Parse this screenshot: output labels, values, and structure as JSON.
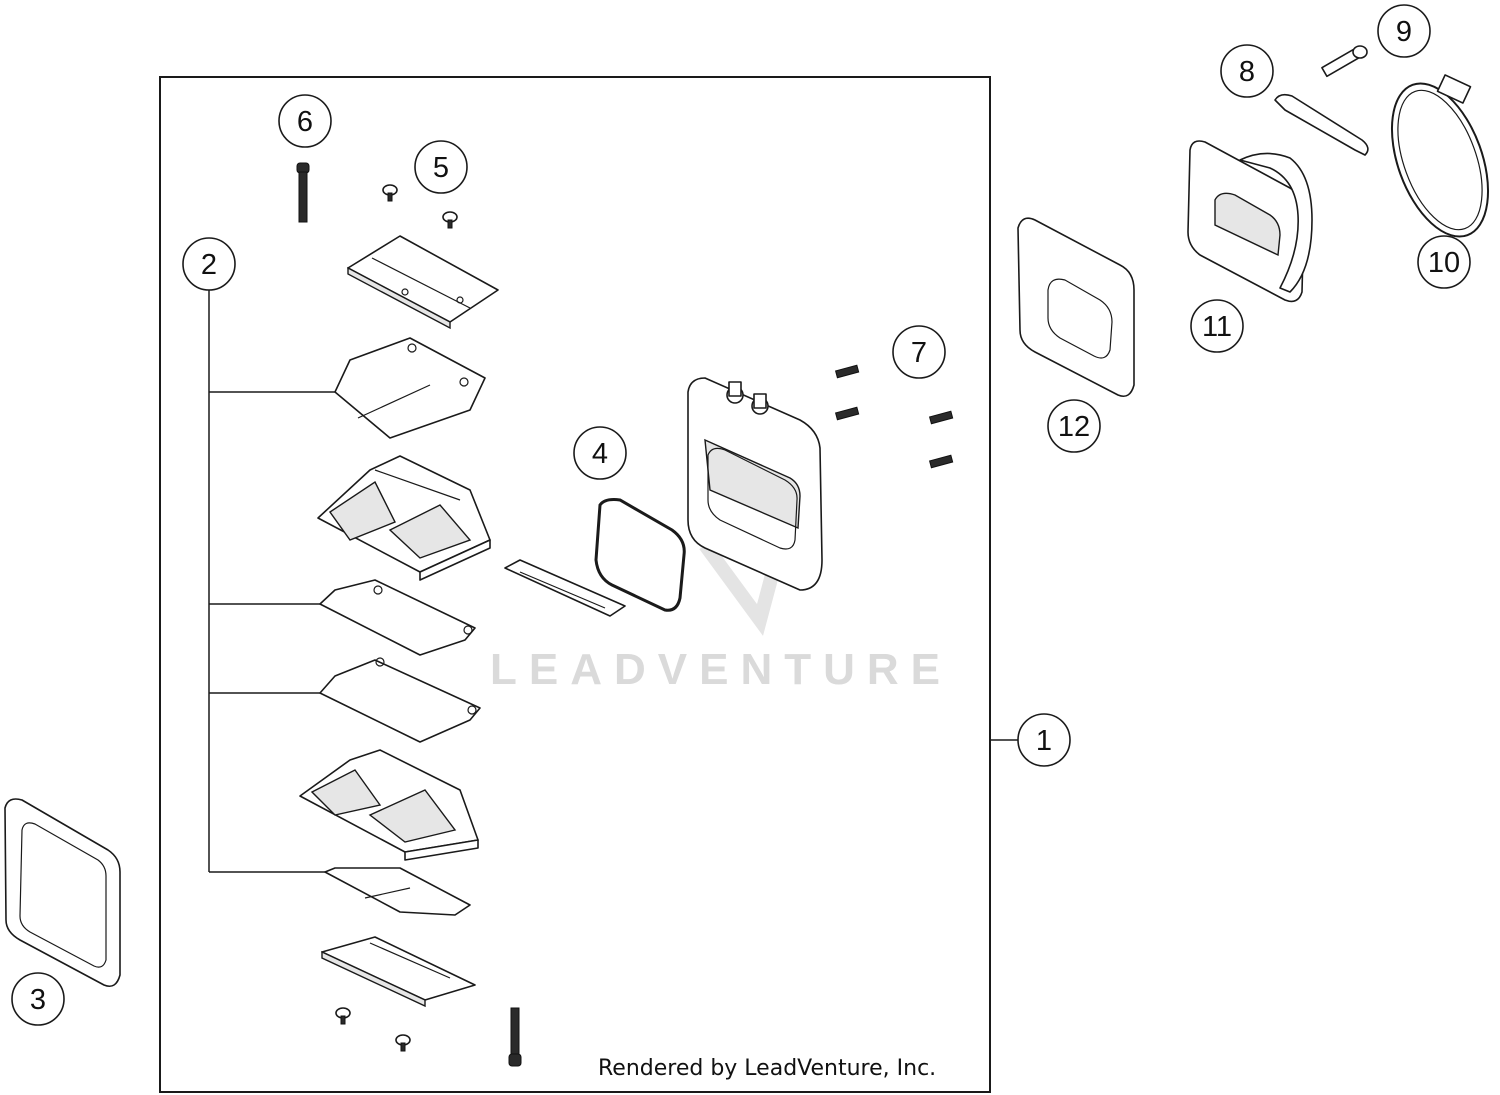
{
  "callouts": [
    "1",
    "2",
    "3",
    "4",
    "5",
    "6",
    "7",
    "8",
    "9",
    "10",
    "11",
    "12"
  ],
  "watermark": "LEADVENTURE",
  "credit": "Rendered by LeadVenture, Inc.",
  "colors": {
    "line": "#1a1a1a",
    "watermark": "#dadada",
    "background": "#ffffff"
  }
}
